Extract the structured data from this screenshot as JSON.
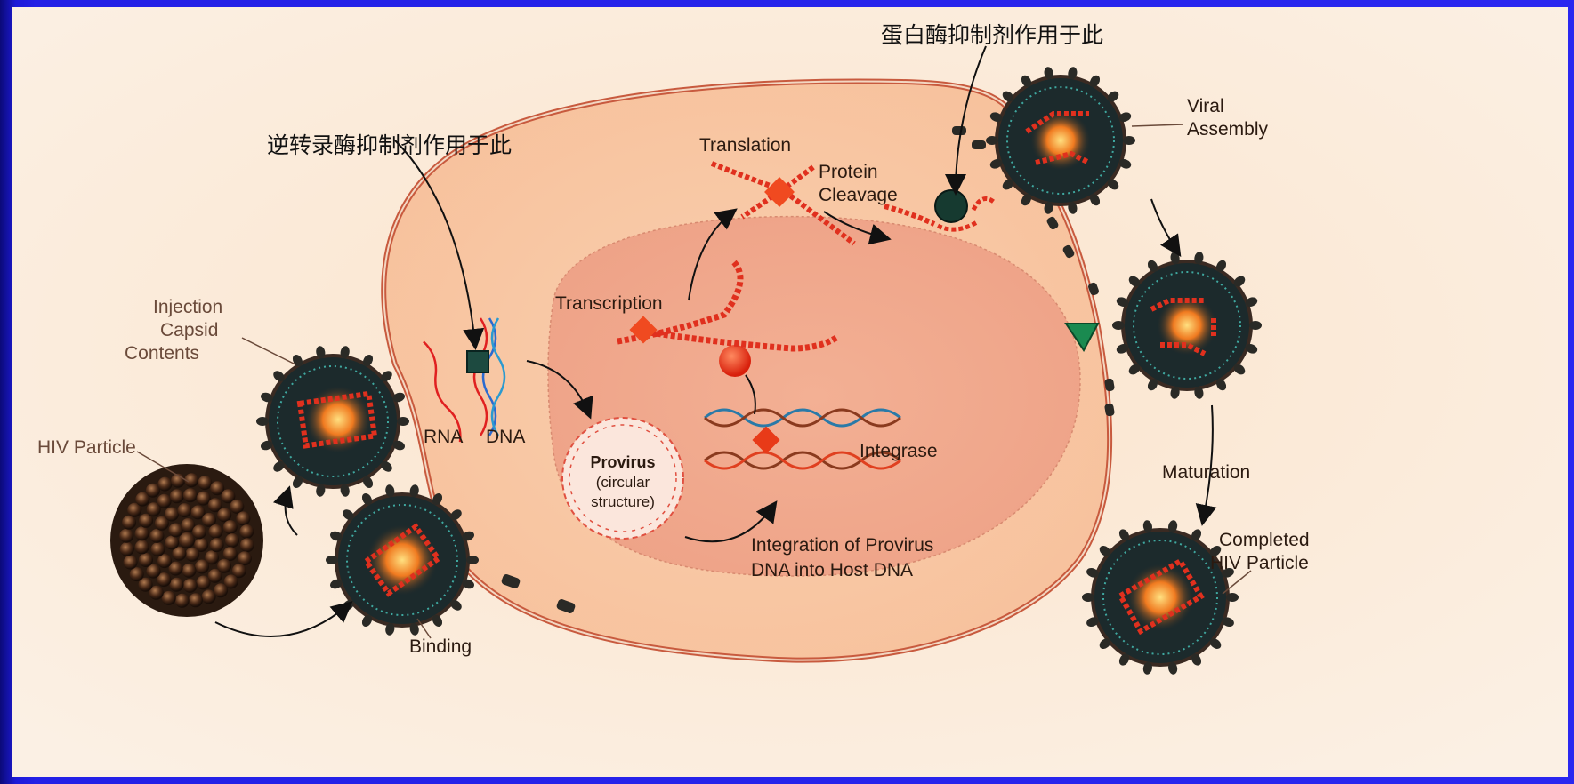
{
  "labels": {
    "rt_inhibitor": "逆转录酶抑制剂作用于此",
    "protease_inhibitor": "蛋白酶抑制剂作用于此",
    "translation": "Translation",
    "protein_cleavage_1": "Protein",
    "protein_cleavage_2": "Cleavage",
    "viral_assembly_1": "Viral",
    "viral_assembly_2": "Assembly",
    "transcription": "Transcription",
    "injection_1": "Injection",
    "injection_2": "Capsid",
    "injection_3": "Contents",
    "rna": "RNA",
    "dna": "DNA",
    "provirus_1": "Provirus",
    "provirus_2": "(circular",
    "provirus_3": "structure)",
    "integrase": "Integrase",
    "integration_1": "Integration of Provirus",
    "integration_2": "DNA into Host DNA",
    "hiv_particle": "HIV Particle",
    "binding": "Binding",
    "maturation": "Maturation",
    "completed_1": "Completed",
    "completed_2": "HIV Particle"
  },
  "colors": {
    "background_panel": "#fbeede",
    "cell": "#f6c7a4",
    "nucleus": "#f0a988",
    "virion": "#1c2a2c",
    "capsid": "#e0301e",
    "enzyme": "#f04a20",
    "slide_frame": "#2320e6"
  }
}
